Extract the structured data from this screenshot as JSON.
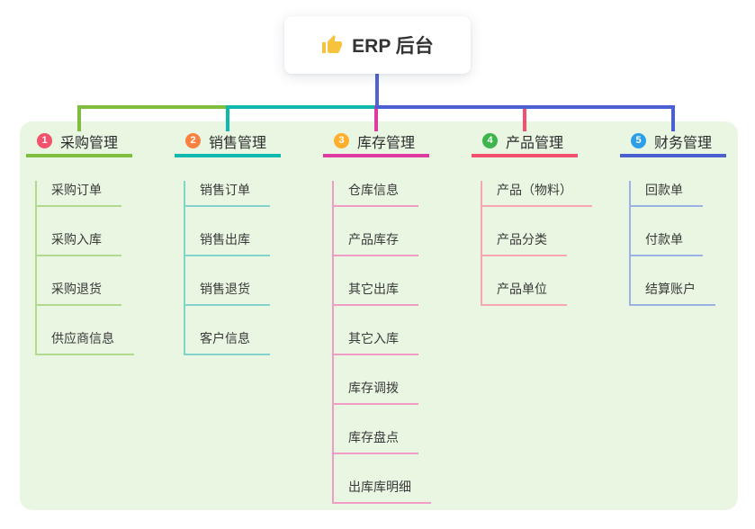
{
  "root": {
    "label": "ERP 后台",
    "icon": "thumbs-up-icon"
  },
  "branches": [
    {
      "index": "1",
      "label": "采购管理",
      "badge_color": "#f4516c",
      "line_color": "#7fbd3e",
      "child_line_color": "#b3d98c",
      "children": [
        "采购订单",
        "采购入库",
        "采购退货",
        "供应商信息"
      ]
    },
    {
      "index": "2",
      "label": "销售管理",
      "badge_color": "#fb8140",
      "line_color": "#10b9ae",
      "child_line_color": "#82d4cb",
      "children": [
        "销售订单",
        "销售出库",
        "销售退货",
        "客户信息"
      ]
    },
    {
      "index": "3",
      "label": "库存管理",
      "badge_color": "#ffaf2b",
      "line_color": "#de3a9f",
      "child_line_color": "#f19bc7",
      "children": [
        "仓库信息",
        "产品库存",
        "其它出库",
        "其它入库",
        "库存调拨",
        "库存盘点",
        "出库库明细"
      ]
    },
    {
      "index": "4",
      "label": "产品管理",
      "badge_color": "#3cb54a",
      "line_color": "#f2506e",
      "child_line_color": "#f7a6b2",
      "children": [
        "产品（物料）",
        "产品分类",
        "产品单位"
      ]
    },
    {
      "index": "5",
      "label": "财务管理",
      "badge_color": "#2d9fe8",
      "line_color": "#4b60d0",
      "child_line_color": "#9cb1e6",
      "children": [
        "回款单",
        "付款单",
        "结算账户"
      ]
    }
  ],
  "colors": {
    "trunk": "#4f63d6",
    "panel_bg": "#e8f6e2",
    "canvas_bg": "#ffffff",
    "icon_yellow": "#f7c23d"
  }
}
